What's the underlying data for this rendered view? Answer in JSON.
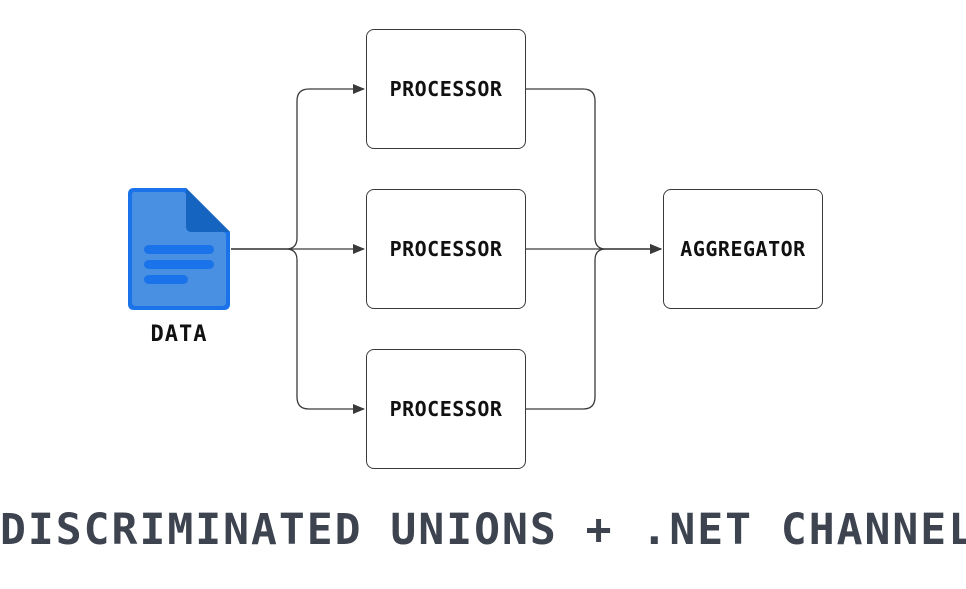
{
  "diagram": {
    "source": {
      "label": "DATA",
      "icon": "document-icon"
    },
    "processors": [
      {
        "label": "PROCESSOR"
      },
      {
        "label": "PROCESSOR"
      },
      {
        "label": "PROCESSOR"
      }
    ],
    "aggregator": {
      "label": "AGGREGATOR"
    },
    "edges": [
      {
        "from": "DATA",
        "to": "PROCESSOR 1"
      },
      {
        "from": "DATA",
        "to": "PROCESSOR 2"
      },
      {
        "from": "DATA",
        "to": "PROCESSOR 3"
      },
      {
        "from": "PROCESSOR 1",
        "to": "AGGREGATOR"
      },
      {
        "from": "PROCESSOR 2",
        "to": "AGGREGATOR"
      },
      {
        "from": "PROCESSOR 3",
        "to": "AGGREGATOR"
      }
    ]
  },
  "title": "DISCRIMINATED UNIONS + .NET CHANNELS",
  "colors": {
    "icon_primary": "#1a73e8",
    "icon_secondary": "#4a90e2",
    "icon_lines": "#ffffff",
    "stroke": "#3a3a3a",
    "title": "#3d4450"
  }
}
